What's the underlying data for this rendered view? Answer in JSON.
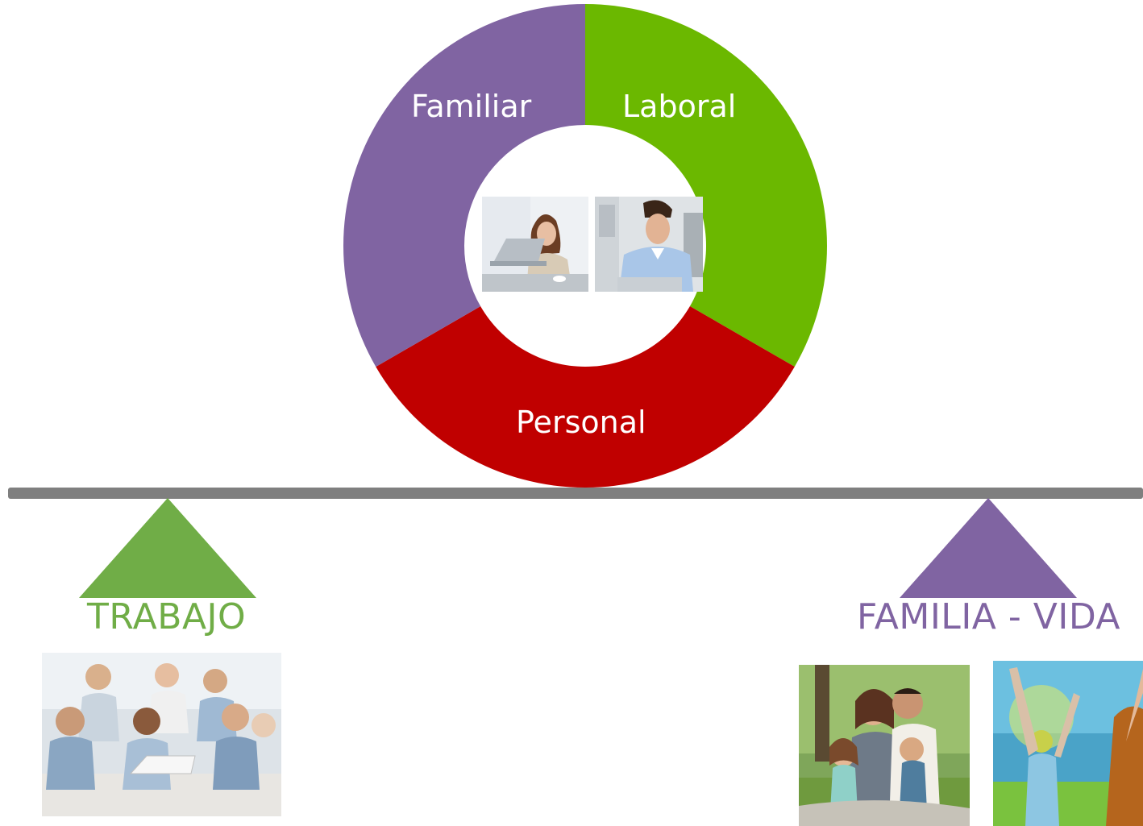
{
  "wheel": {
    "segments": [
      {
        "label": "Laboral",
        "color": "#6bb800",
        "share": 0.3333
      },
      {
        "label": "Personal",
        "color": "#c00000",
        "share": 0.3333
      },
      {
        "label": "Familiar",
        "color": "#8064a2",
        "share": 0.3334
      }
    ],
    "center_photos": [
      "woman-at-laptop-photo",
      "man-at-computer-photo"
    ]
  },
  "balance": {
    "beam_color": "#7f7f7f",
    "left": {
      "label": "TRABAJO",
      "color": "#70ad47",
      "photo": "office-team-meeting-photo"
    },
    "right": {
      "label": "FAMILIA - VIDA",
      "color": "#8064a2",
      "photos": [
        "family-in-park-photo",
        "woman-arms-raised-photo"
      ]
    }
  }
}
